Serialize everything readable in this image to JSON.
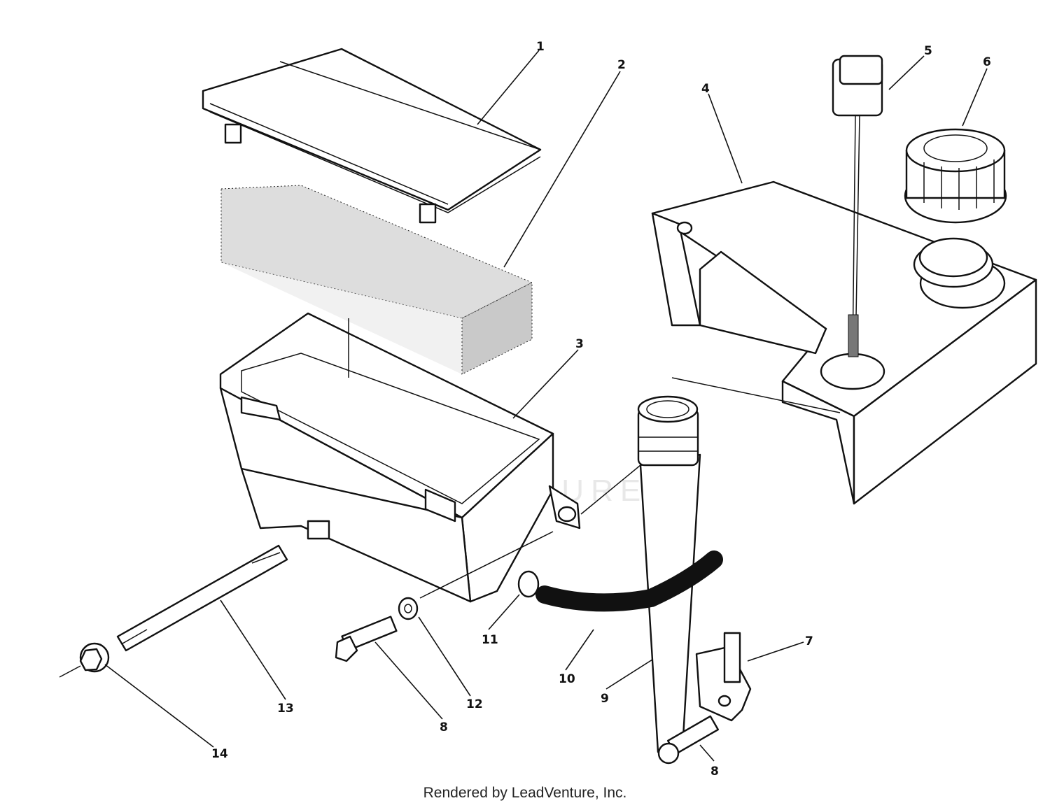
{
  "callouts": {
    "c1": "1",
    "c2": "2",
    "c3": "3",
    "c4": "4",
    "c5": "5",
    "c6": "6",
    "c7": "7",
    "c8a": "8",
    "c8b": "8",
    "c9": "9",
    "c10": "10",
    "c11": "11",
    "c12": "12",
    "c13": "13",
    "c14": "14"
  },
  "watermark": "LEADVENTURE",
  "footer": "Rendered by LeadVenture, Inc."
}
